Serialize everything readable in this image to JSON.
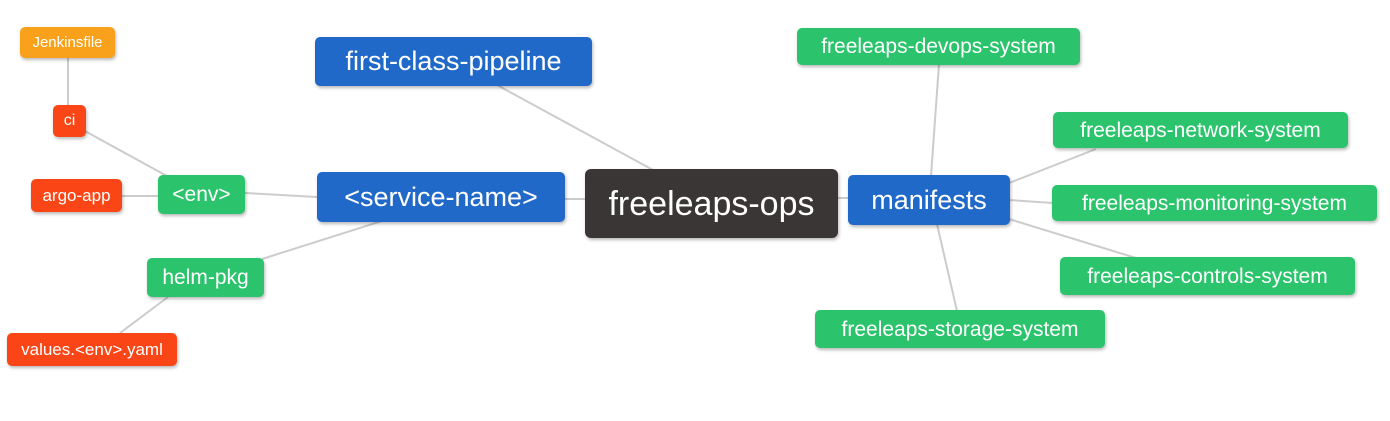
{
  "colors": {
    "blue": "#2169C8",
    "green": "#2BC46C",
    "red": "#FA4616",
    "orange": "#F9A11B",
    "dark": "#3B3636",
    "edge": "#cccccc",
    "text": "#ffffff"
  },
  "diagram": {
    "type": "mindmap",
    "root": "freeleaps-ops",
    "nodes": [
      {
        "id": "jenkinsfile",
        "label": "Jenkinsfile",
        "color": "orange"
      },
      {
        "id": "ci",
        "label": "ci",
        "color": "red"
      },
      {
        "id": "argo-app",
        "label": "argo-app",
        "color": "red"
      },
      {
        "id": "env",
        "label": "<env>",
        "color": "green"
      },
      {
        "id": "helm-pkg",
        "label": "helm-pkg",
        "color": "green"
      },
      {
        "id": "values-env-yaml",
        "label": "values.<env>.yaml",
        "color": "red"
      },
      {
        "id": "first-class-pipeline",
        "label": "first-class-pipeline",
        "color": "blue"
      },
      {
        "id": "service-name",
        "label": "<service-name>",
        "color": "blue"
      },
      {
        "id": "freeleaps-ops",
        "label": "freeleaps-ops",
        "color": "dark"
      },
      {
        "id": "manifests",
        "label": "manifests",
        "color": "blue"
      },
      {
        "id": "freeleaps-devops-system",
        "label": "freeleaps-devops-system",
        "color": "green"
      },
      {
        "id": "freeleaps-network-system",
        "label": "freeleaps-network-system",
        "color": "green"
      },
      {
        "id": "freeleaps-monitoring-system",
        "label": "freeleaps-monitoring-system",
        "color": "green"
      },
      {
        "id": "freeleaps-controls-system",
        "label": "freeleaps-controls-system",
        "color": "green"
      },
      {
        "id": "freeleaps-storage-system",
        "label": "freeleaps-storage-system",
        "color": "green"
      }
    ],
    "edges": [
      [
        "jenkinsfile",
        "ci"
      ],
      [
        "ci",
        "env"
      ],
      [
        "argo-app",
        "env"
      ],
      [
        "env",
        "service-name"
      ],
      [
        "helm-pkg",
        "service-name"
      ],
      [
        "values-env-yaml",
        "helm-pkg"
      ],
      [
        "first-class-pipeline",
        "freeleaps-ops"
      ],
      [
        "service-name",
        "freeleaps-ops"
      ],
      [
        "freeleaps-ops",
        "manifests"
      ],
      [
        "manifests",
        "freeleaps-devops-system"
      ],
      [
        "manifests",
        "freeleaps-network-system"
      ],
      [
        "manifests",
        "freeleaps-monitoring-system"
      ],
      [
        "manifests",
        "freeleaps-controls-system"
      ],
      [
        "manifests",
        "freeleaps-storage-system"
      ]
    ]
  }
}
